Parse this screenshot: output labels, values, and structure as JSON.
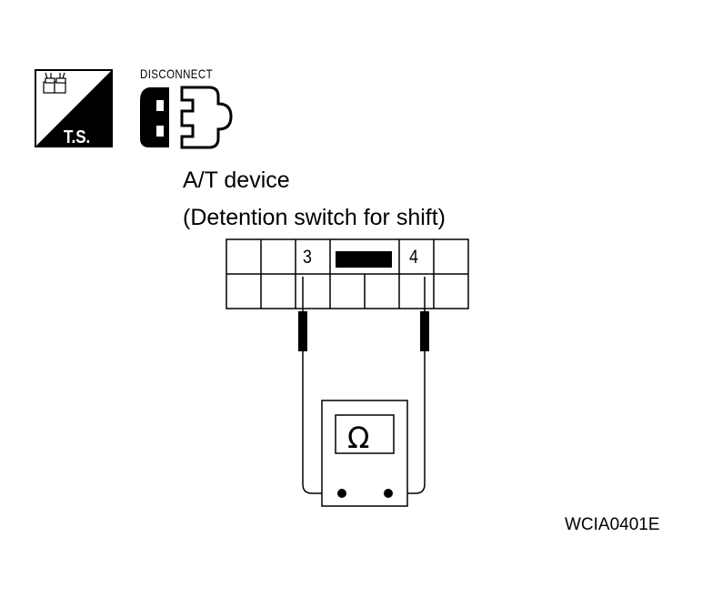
{
  "icons": {
    "ts": {
      "name": "ts-icon",
      "label": "T.S."
    },
    "disconnect": {
      "name": "disconnect-icon",
      "label": "DISCONNECT"
    }
  },
  "diagram": {
    "title_line1": "A/T device",
    "title_line2": "(Detention switch for shift)",
    "connector": {
      "terminals": [
        {
          "number": "3"
        },
        {
          "number": "4"
        }
      ]
    },
    "meter": {
      "symbol": "Ω"
    },
    "figure_code": "WCIA0401E"
  }
}
